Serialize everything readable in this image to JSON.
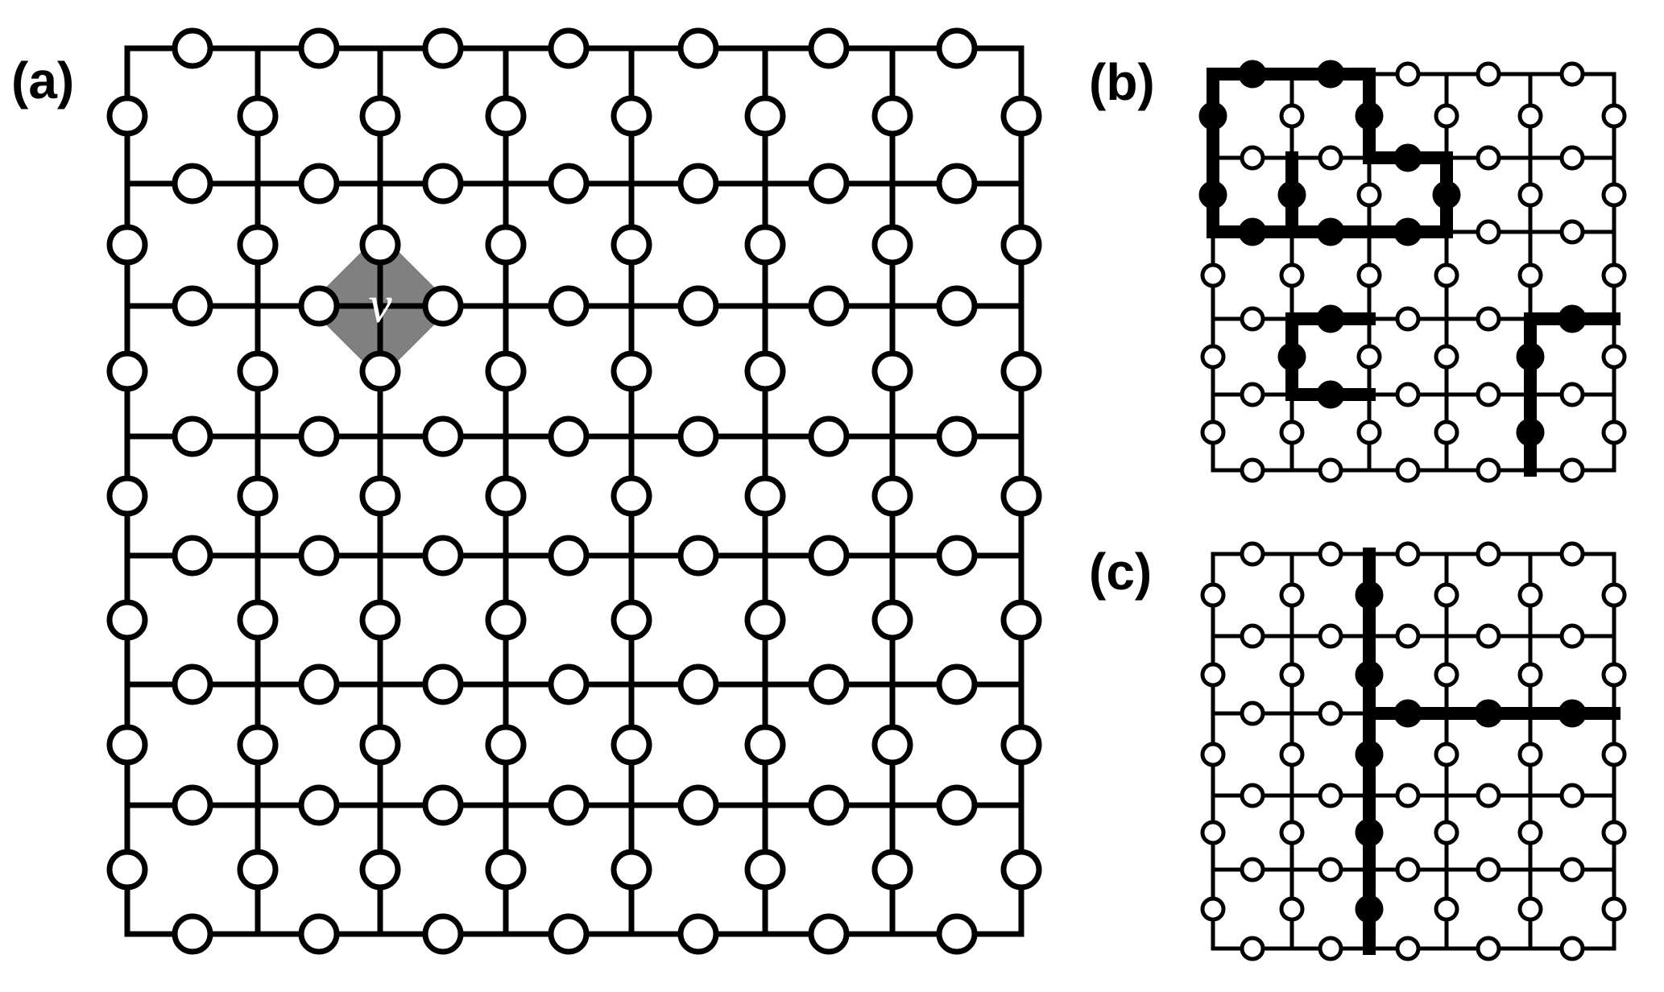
{
  "panels": {
    "a": {
      "label": "(a)",
      "vertex_label": "v"
    },
    "b": {
      "label": "(b)"
    },
    "c": {
      "label": "(c)"
    }
  },
  "colors": {
    "line": "#000000",
    "qubit_fill": "#ffffff",
    "highlight": "#808080"
  }
}
